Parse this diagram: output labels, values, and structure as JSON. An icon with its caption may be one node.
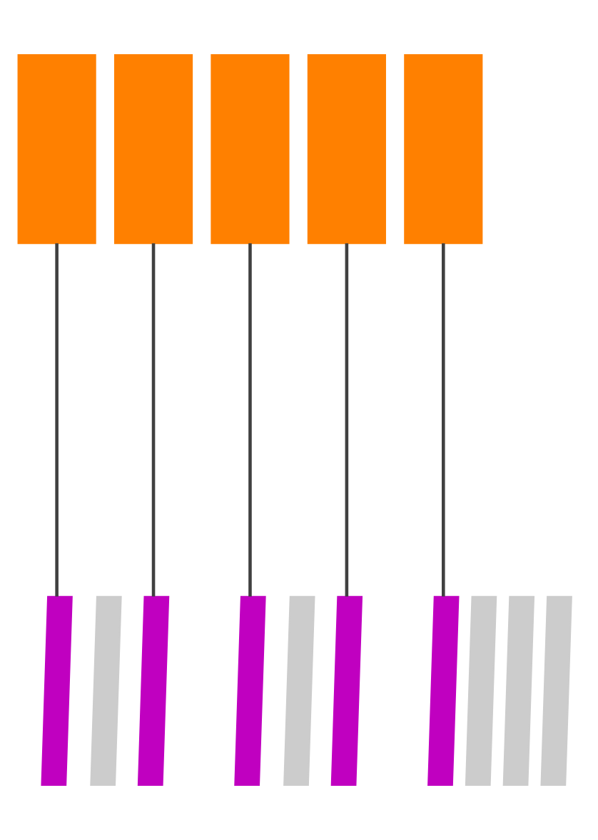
{
  "diagram": {
    "nodes": [
      {
        "text": [],
        "shape": "box"
      },
      {
        "text": [],
        "shape": "box"
      },
      {
        "text": [],
        "shape": "box"
      },
      {
        "text": [],
        "shape": "box"
      },
      {
        "text": [],
        "shape": "box"
      },
      {
        "text": [],
        "shape": "bar"
      },
      {
        "text": [],
        "shape": "bar"
      },
      {
        "text": [],
        "shape": "bar"
      },
      {
        "text": [],
        "shape": "bar"
      },
      {
        "text": [],
        "shape": "bar"
      },
      {
        "text": [],
        "shape": "bar"
      },
      {
        "text": [],
        "shape": "bar"
      },
      {
        "text": [],
        "shape": "bar"
      },
      {
        "text": [],
        "shape": "bar"
      },
      {
        "text": [],
        "shape": "bar"
      }
    ],
    "edges": [
      {
        "from": 0,
        "to": 5,
        "arrow": "none"
      },
      {
        "from": 1,
        "to": 7,
        "arrow": "none"
      },
      {
        "from": 2,
        "to": 9,
        "arrow": "none"
      },
      {
        "from": 3,
        "to": 11,
        "arrow": "none"
      },
      {
        "from": 4,
        "to": 13,
        "arrow": "none"
      }
    ]
  }
}
